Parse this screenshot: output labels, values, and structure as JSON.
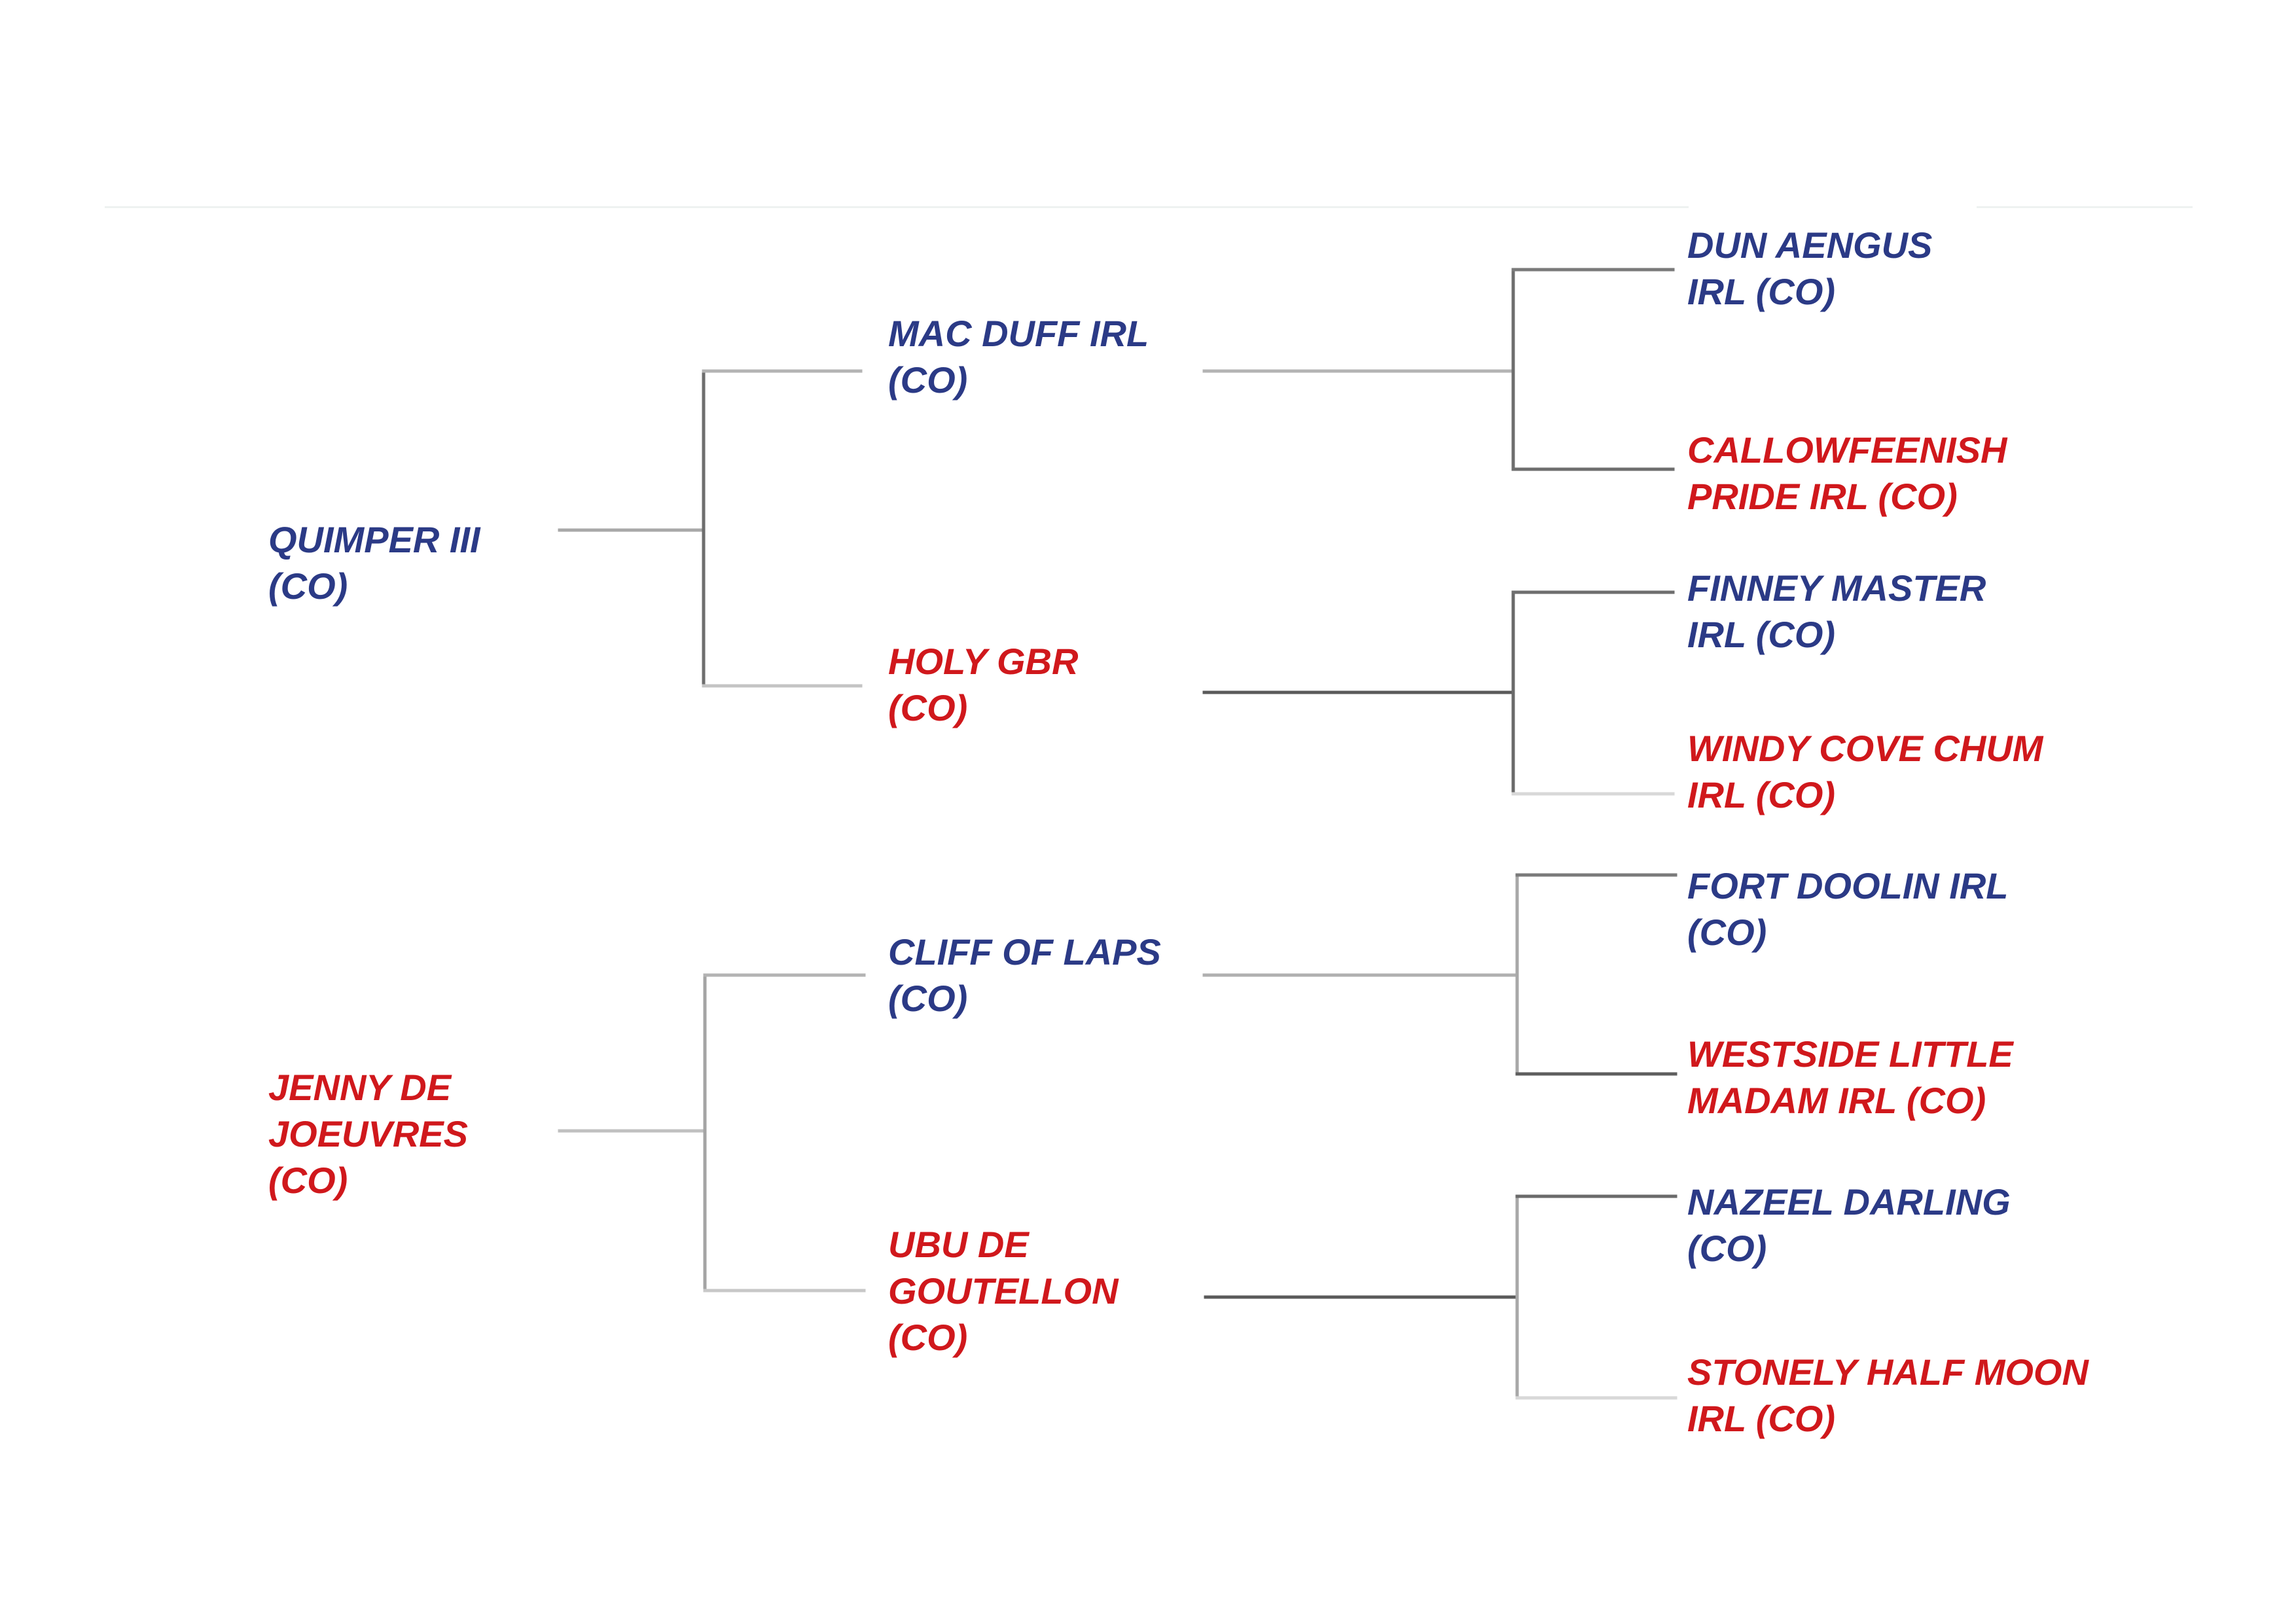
{
  "pedigree": {
    "parents": [
      {
        "name": "QUIMPER III\n(CO)",
        "sex": "sire"
      },
      {
        "name": "JENNY DE\nJOEUVRES\n(CO)",
        "sex": "dam"
      }
    ],
    "grandparents": [
      {
        "name": "MAC DUFF IRL\n(CO)",
        "sex": "sire"
      },
      {
        "name": "HOLY GBR\n(CO)",
        "sex": "dam"
      },
      {
        "name": "CLIFF OF LAPS\n(CO)",
        "sex": "sire"
      },
      {
        "name": "UBU DE\nGOUTELLON\n(CO)",
        "sex": "dam"
      }
    ],
    "great_grandparents": [
      {
        "name": "DUN AENGUS\nIRL (CO)",
        "sex": "sire"
      },
      {
        "name": "CALLOWFEENISH\nPRIDE IRL (CO)",
        "sex": "dam"
      },
      {
        "name": "FINNEY MASTER\nIRL (CO)",
        "sex": "sire"
      },
      {
        "name": "WINDY COVE CHUM\nIRL (CO)",
        "sex": "dam"
      },
      {
        "name": "FORT DOOLIN IRL\n(CO)",
        "sex": "sire"
      },
      {
        "name": "WESTSIDE LITTLE\nMADAM IRL (CO)",
        "sex": "dam"
      },
      {
        "name": "NAZEEL DARLING\n(CO)",
        "sex": "sire"
      },
      {
        "name": "STONELY HALF MOON\nIRL (CO)",
        "sex": "dam"
      }
    ]
  },
  "colors": {
    "sire": "#2b3a86",
    "dam": "#d0181c",
    "line": "#8a8a8a"
  }
}
